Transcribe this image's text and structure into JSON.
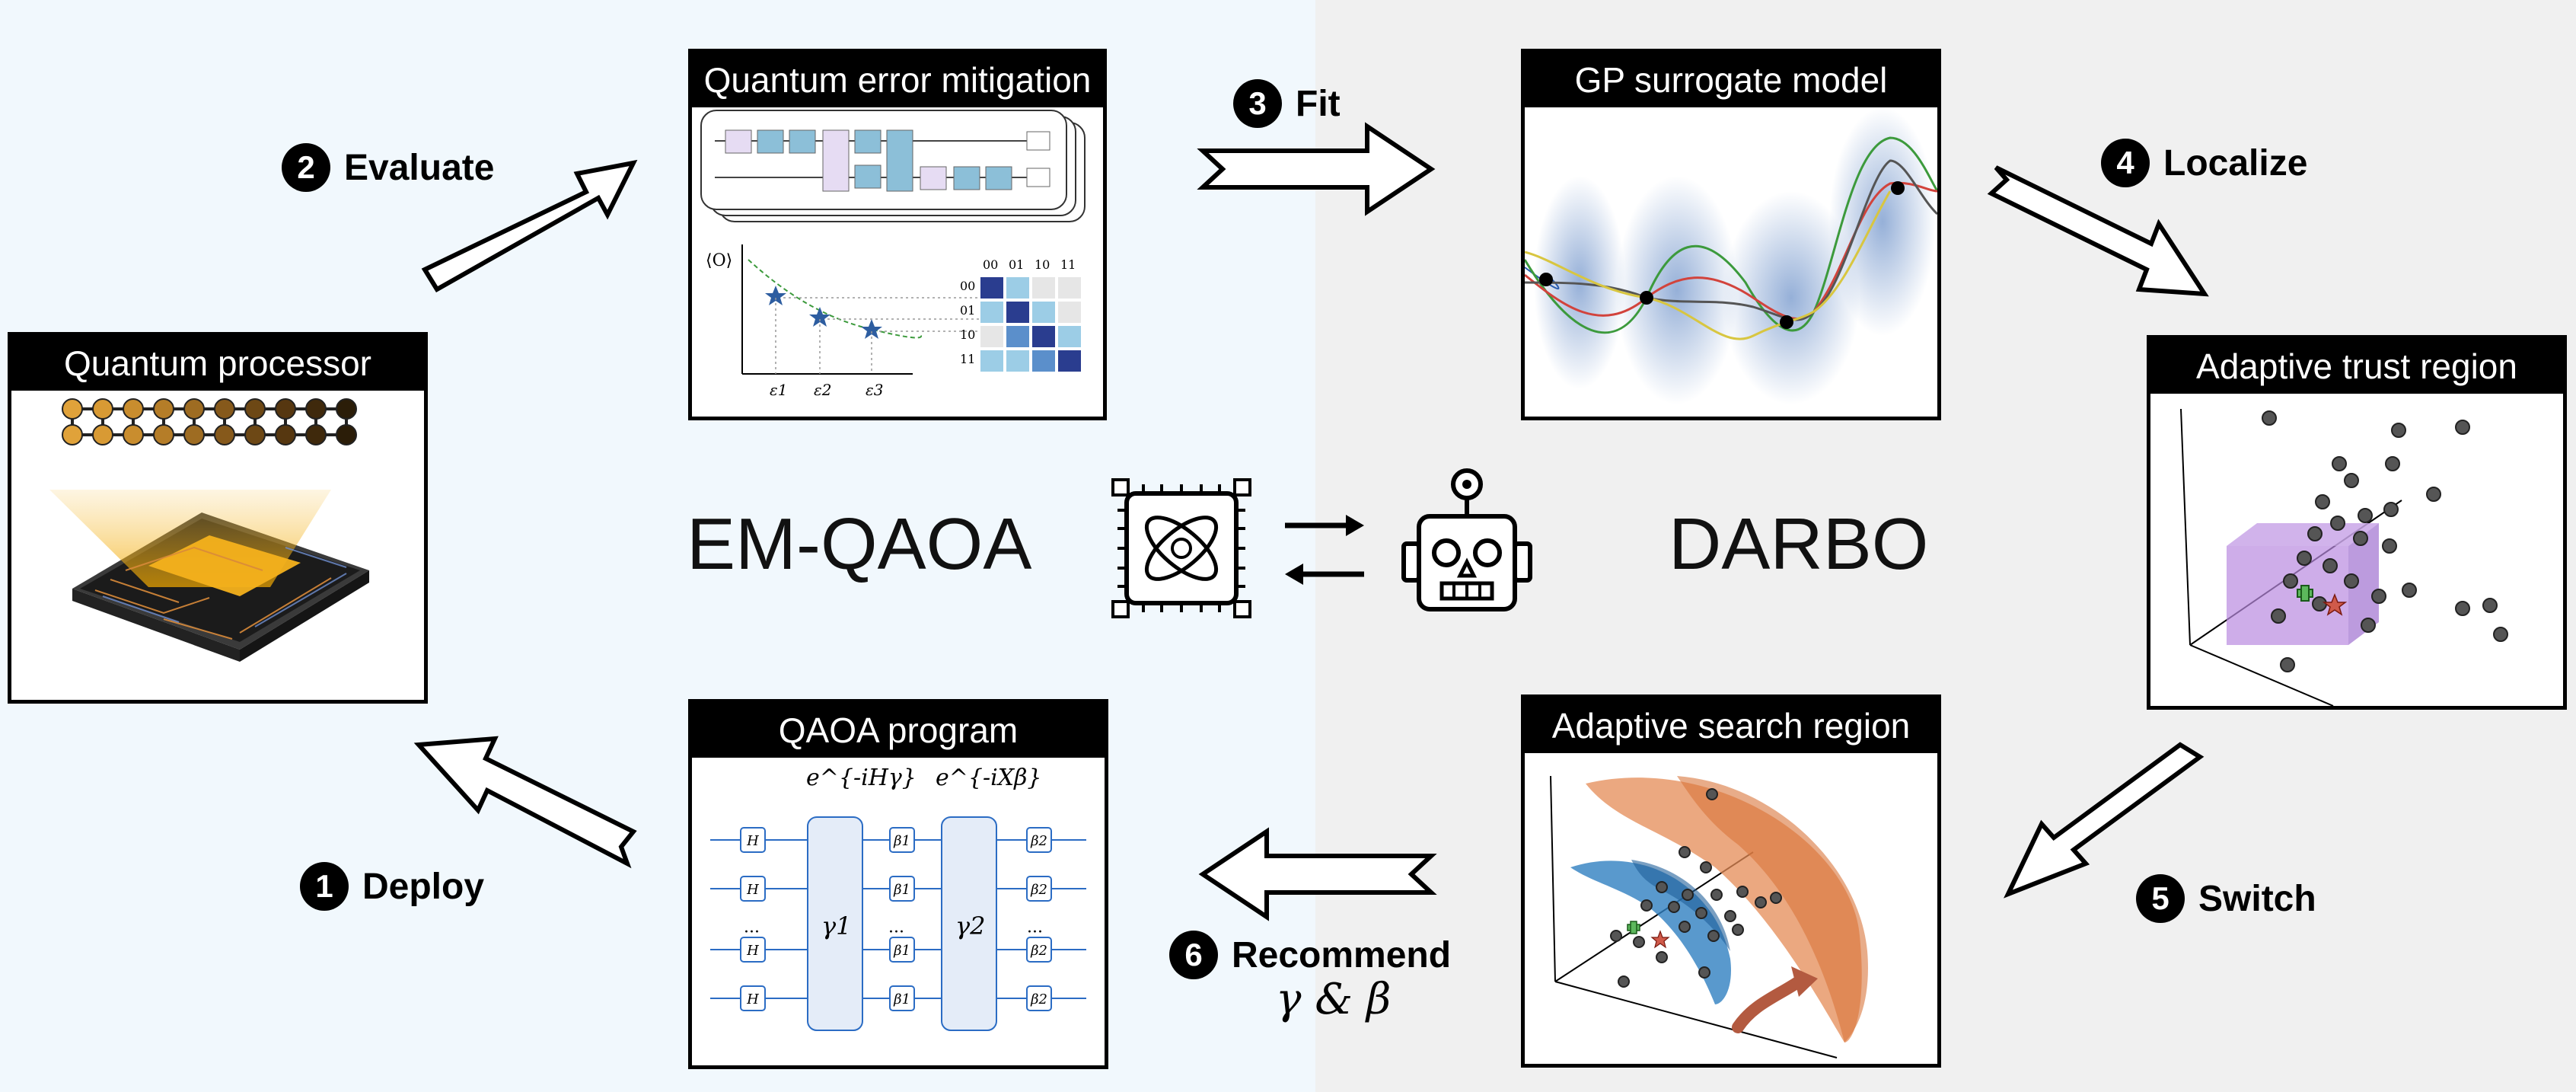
{
  "panels": {
    "processor": "Quantum processor",
    "qem": "Quantum error mitigation",
    "gp": "GP surrogate model",
    "trust": "Adaptive trust region",
    "search": "Adaptive search region",
    "qaoa": "QAOA program"
  },
  "steps": {
    "s1": {
      "num": "1",
      "label": "Deploy"
    },
    "s2": {
      "num": "2",
      "label": "Evaluate"
    },
    "s3": {
      "num": "3",
      "label": "Fit"
    },
    "s4": {
      "num": "4",
      "label": "Localize"
    },
    "s5": {
      "num": "5",
      "label": "Switch"
    },
    "s6": {
      "num": "6",
      "label": "Recommend"
    },
    "s6_sub": "γ & β"
  },
  "center": {
    "left": "EM-QAOA",
    "right": "DARBO"
  },
  "qem_axis": {
    "y_label": "⟨O⟩",
    "x_ticks": [
      "ε1",
      "ε2",
      "ε3"
    ],
    "matrix_labels": [
      "00",
      "01",
      "10",
      "11"
    ]
  },
  "qaoa_circuit": {
    "ops": [
      "e^{-iHγ}",
      "e^{-iXβ}"
    ],
    "hadamard": "H",
    "gamma1": "γ1",
    "gamma2": "γ2",
    "beta1": "β1",
    "beta2": "β2",
    "dots": "···"
  },
  "colors": {
    "panel_border": "#000000",
    "bg_left": "#f1f8fd",
    "bg_right": "#f0f0f0",
    "gate_blue": "#8cbfd8",
    "gate_purple": "#e6dcf3",
    "orange_surface": "#e48b55",
    "blue_surface": "#2f7fc0",
    "trust_box": "#c9a6e8"
  },
  "icons": {
    "processor_chip": "quantum-chip-icon",
    "robot": "robot-icon"
  }
}
